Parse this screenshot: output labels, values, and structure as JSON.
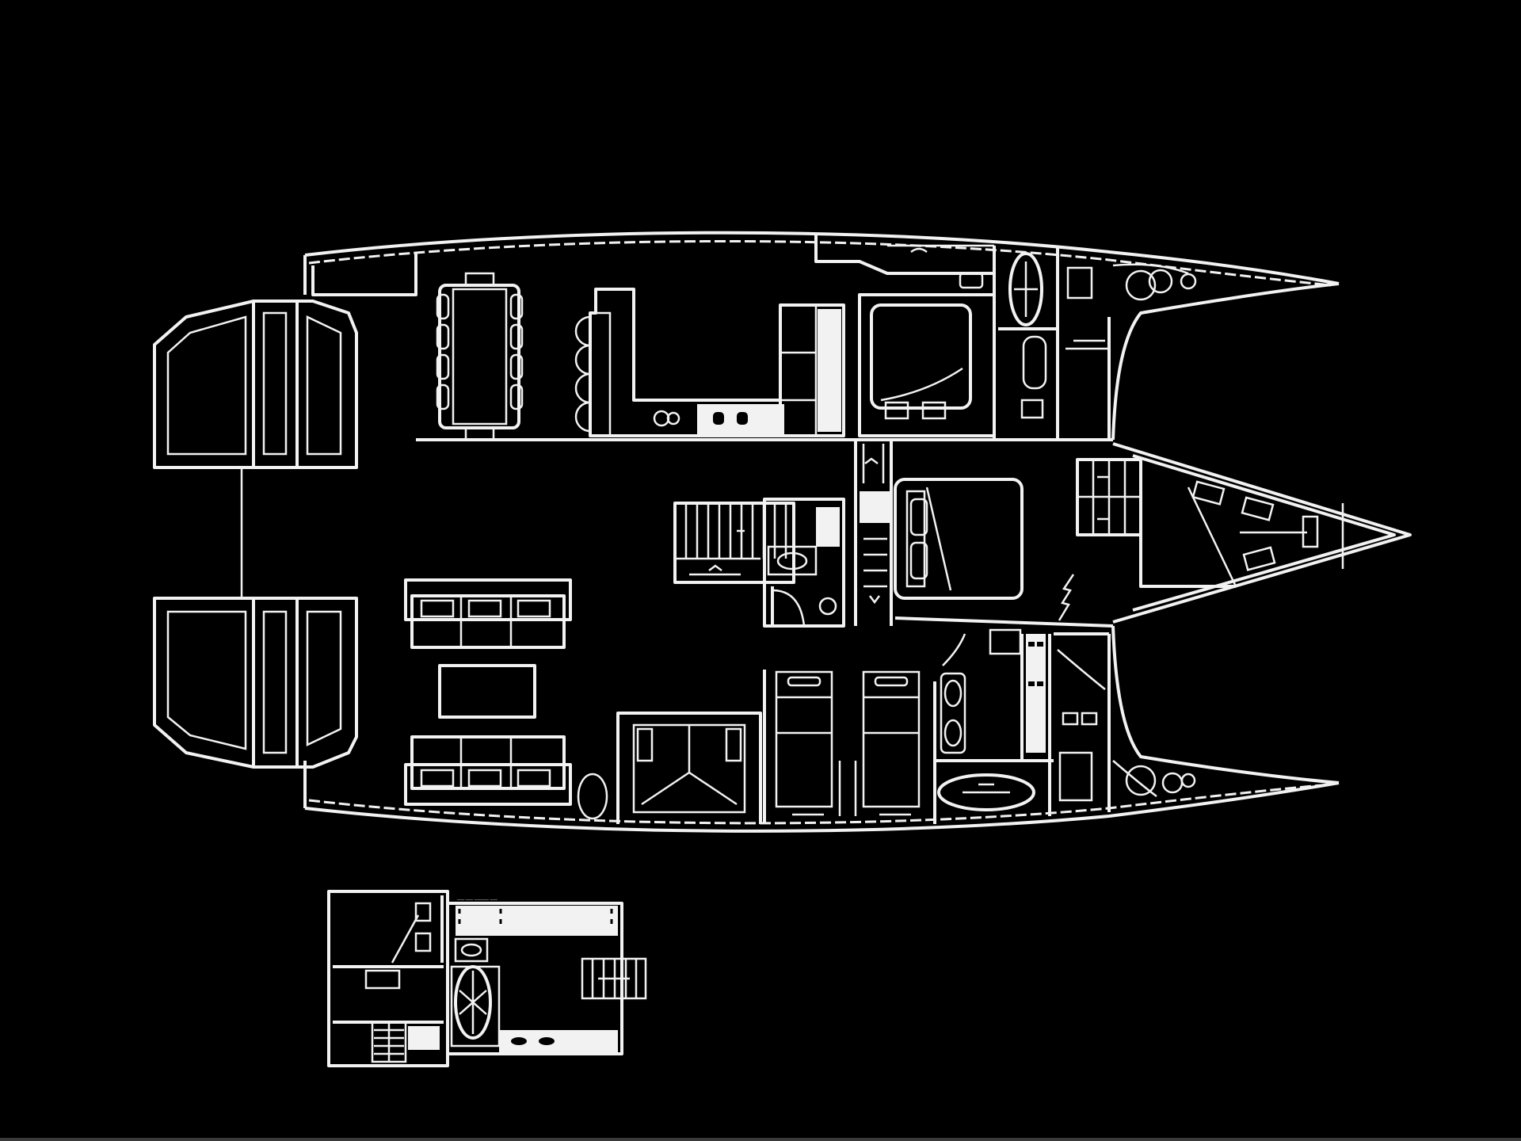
{
  "diagram": {
    "type": "catamaran deck plan (layout drawing)",
    "background_color": "#000000",
    "line_color": "#f2f2f2",
    "bottom_strip_color": "#3a3a3a",
    "main_plan": {
      "name": "main deck plan",
      "areas": [
        {
          "id": "aft-port-deck-seats",
          "label": "aft port deck lounger"
        },
        {
          "id": "aft-starboard-deck-seats",
          "label": "aft starboard deck lounger"
        },
        {
          "id": "dining-table",
          "label": "dining table with 10 chairs"
        },
        {
          "id": "galley-bar",
          "label": "galley bar with 4 stools"
        },
        {
          "id": "galley",
          "label": "galley counters, stove and sinks"
        },
        {
          "id": "saloon-lounge",
          "label": "lounge sofas and coffee table"
        },
        {
          "id": "staircase",
          "label": "companionway stairs"
        },
        {
          "id": "day-head",
          "label": "day head with sink and toilet"
        },
        {
          "id": "master-cabin",
          "label": "master cabin with bed"
        },
        {
          "id": "forward-starboard-cabin",
          "label": "forward cabin, upper hull"
        },
        {
          "id": "forward-port-cabin",
          "label": "forward cabin, lower hull"
        },
        {
          "id": "bow-cabin",
          "label": "center bow cabin"
        },
        {
          "id": "guest-cabin-single",
          "label": "guest cabin with single beds"
        },
        {
          "id": "guest-cabin-double",
          "label": "guest cabin with corner bed"
        },
        {
          "id": "bathroom-tub",
          "label": "bathroom with tub"
        },
        {
          "id": "bow-heads",
          "label": "bow heads and showers"
        }
      ]
    },
    "inset_plan": {
      "name": "upper deck inset plan",
      "caption": "",
      "areas": [
        {
          "id": "helm",
          "label": "helm station"
        },
        {
          "id": "jacuzzi",
          "label": "oval spa/jacuzzi"
        },
        {
          "id": "stairs",
          "label": "inset stairs"
        },
        {
          "id": "lounge-bench",
          "label": "bench seating"
        }
      ]
    }
  }
}
